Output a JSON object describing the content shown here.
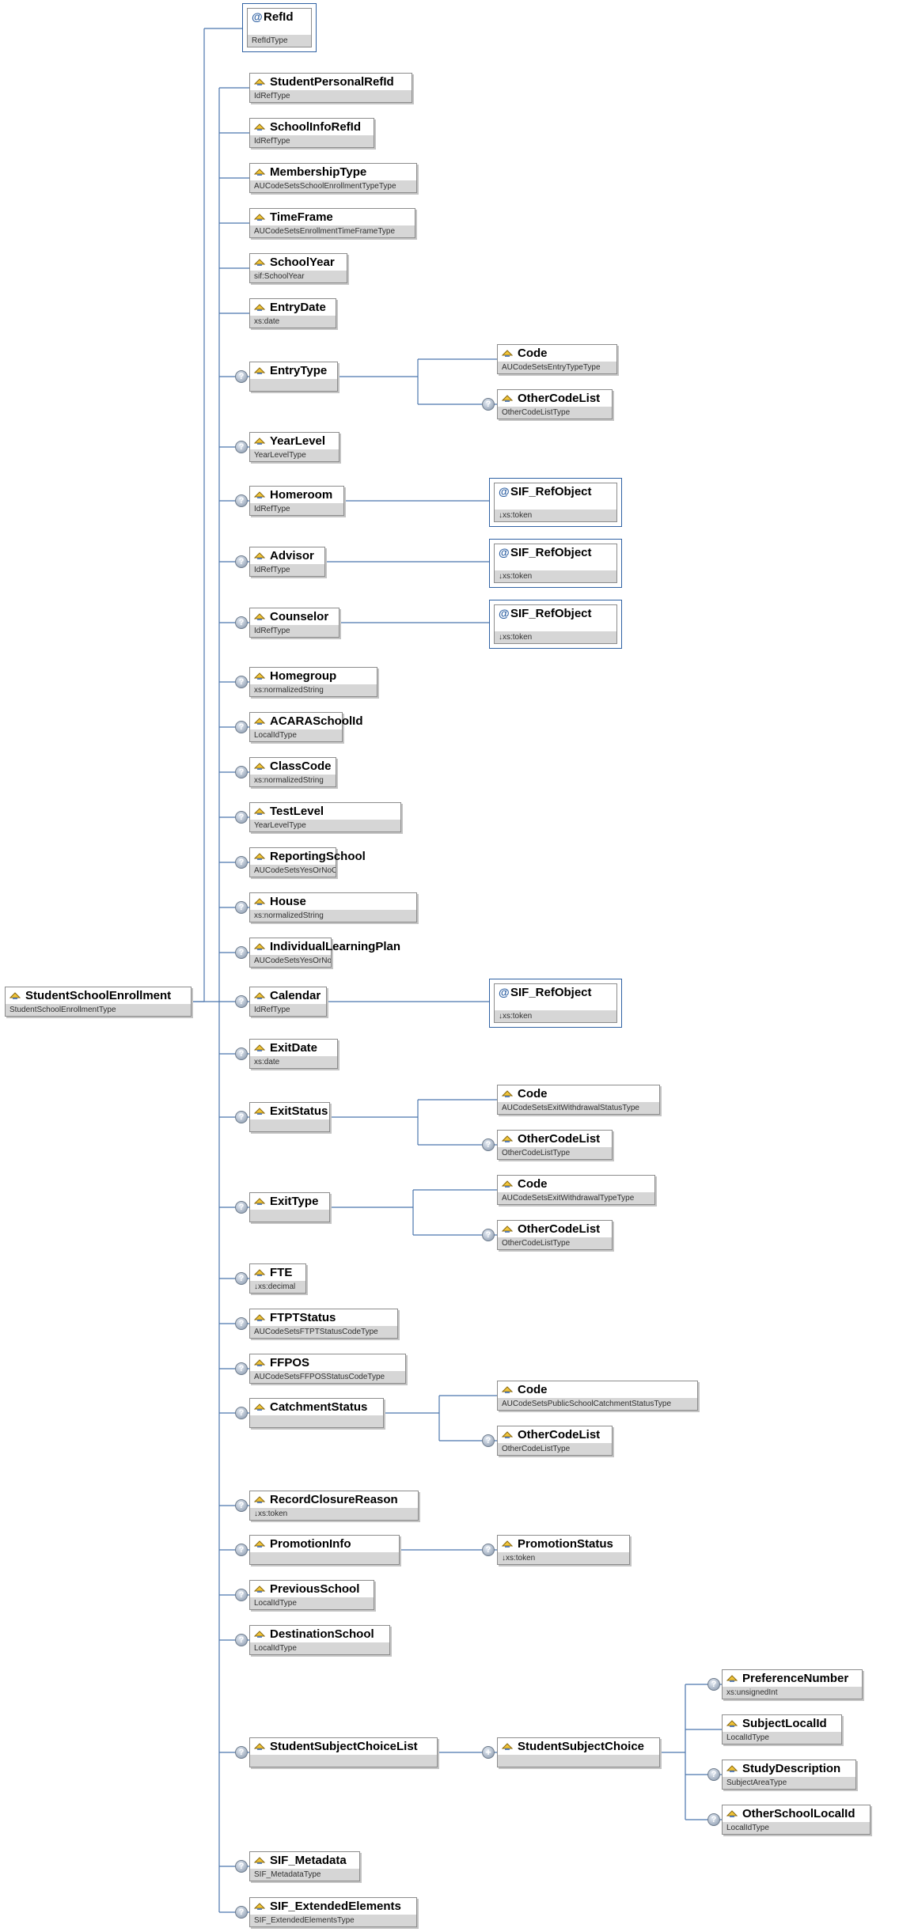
{
  "diagram": {
    "root": {
      "name": "StudentSchoolEnrollment",
      "type": "StudentSchoolEnrollmentType"
    },
    "attribute": {
      "name": "RefId",
      "type": "RefIdType"
    },
    "elements": [
      {
        "name": "StudentPersonalRefId",
        "type": "IdRefType",
        "optional": false
      },
      {
        "name": "SchoolInfoRefId",
        "type": "IdRefType",
        "optional": false
      },
      {
        "name": "MembershipType",
        "type": "AUCodeSetsSchoolEnrollmentTypeType",
        "optional": false
      },
      {
        "name": "TimeFrame",
        "type": "AUCodeSetsEnrollmentTimeFrameType",
        "optional": false
      },
      {
        "name": "SchoolYear",
        "type": "sif:SchoolYear",
        "optional": false
      },
      {
        "name": "EntryDate",
        "type": "xs:date",
        "optional": false
      },
      {
        "name": "EntryType",
        "type": "",
        "optional": true,
        "children": [
          {
            "name": "Code",
            "type": "AUCodeSetsEntryTypeType",
            "optional": false
          },
          {
            "name": "OtherCodeList",
            "type": "OtherCodeListType",
            "optional": true
          }
        ]
      },
      {
        "name": "YearLevel",
        "type": "YearLevelType",
        "optional": true
      },
      {
        "name": "Homeroom",
        "type": "IdRefType",
        "optional": true,
        "attribute": {
          "name": "SIF_RefObject",
          "type": "↓xs:token"
        }
      },
      {
        "name": "Advisor",
        "type": "IdRefType",
        "optional": true,
        "attribute": {
          "name": "SIF_RefObject",
          "type": "↓xs:token"
        }
      },
      {
        "name": "Counselor",
        "type": "IdRefType",
        "optional": true,
        "attribute": {
          "name": "SIF_RefObject",
          "type": "↓xs:token"
        }
      },
      {
        "name": "Homegroup",
        "type": "xs:normalizedString",
        "optional": true
      },
      {
        "name": "ACARASchoolId",
        "type": "LocalIdType",
        "optional": true
      },
      {
        "name": "ClassCode",
        "type": "xs:normalizedString",
        "optional": true
      },
      {
        "name": "TestLevel",
        "type": "YearLevelType",
        "optional": true
      },
      {
        "name": "ReportingSchool",
        "type": "AUCodeSetsYesOrNoCategoryType",
        "optional": true
      },
      {
        "name": "House",
        "type": "xs:normalizedString",
        "optional": true
      },
      {
        "name": "IndividualLearningPlan",
        "type": "AUCodeSetsYesOrNoCategoryType",
        "optional": true
      },
      {
        "name": "Calendar",
        "type": "IdRefType",
        "optional": true,
        "attribute": {
          "name": "SIF_RefObject",
          "type": "↓xs:token"
        }
      },
      {
        "name": "ExitDate",
        "type": "xs:date",
        "optional": true
      },
      {
        "name": "ExitStatus",
        "type": "",
        "optional": true,
        "children": [
          {
            "name": "Code",
            "type": "AUCodeSetsExitWithdrawalStatusType",
            "optional": false
          },
          {
            "name": "OtherCodeList",
            "type": "OtherCodeListType",
            "optional": true
          }
        ]
      },
      {
        "name": "ExitType",
        "type": "",
        "optional": true,
        "children": [
          {
            "name": "Code",
            "type": "AUCodeSetsExitWithdrawalTypeType",
            "optional": false
          },
          {
            "name": "OtherCodeList",
            "type": "OtherCodeListType",
            "optional": true
          }
        ]
      },
      {
        "name": "FTE",
        "type": "↓xs:decimal",
        "optional": true
      },
      {
        "name": "FTPTStatus",
        "type": "AUCodeSetsFTPTStatusCodeType",
        "optional": true
      },
      {
        "name": "FFPOS",
        "type": "AUCodeSetsFFPOSStatusCodeType",
        "optional": true
      },
      {
        "name": "CatchmentStatus",
        "type": "",
        "optional": true,
        "children": [
          {
            "name": "Code",
            "type": "AUCodeSetsPublicSchoolCatchmentStatusType",
            "optional": false
          },
          {
            "name": "OtherCodeList",
            "type": "OtherCodeListType",
            "optional": true
          }
        ]
      },
      {
        "name": "RecordClosureReason",
        "type": "↓xs:token",
        "optional": true
      },
      {
        "name": "PromotionInfo",
        "type": "",
        "optional": true,
        "children": [
          {
            "name": "PromotionStatus",
            "type": "↓xs:token",
            "optional": true
          }
        ]
      },
      {
        "name": "PreviousSchool",
        "type": "LocalIdType",
        "optional": true
      },
      {
        "name": "DestinationSchool",
        "type": "LocalIdType",
        "optional": true
      },
      {
        "name": "StudentSubjectChoiceList",
        "type": "",
        "optional": true,
        "children": [
          {
            "name": "StudentSubjectChoice",
            "type": "",
            "optional": false,
            "repeat": true,
            "children": [
              {
                "name": "PreferenceNumber",
                "type": "xs:unsignedInt",
                "optional": true
              },
              {
                "name": "SubjectLocalId",
                "type": "LocalIdType",
                "optional": false
              },
              {
                "name": "StudyDescription",
                "type": "SubjectAreaType",
                "optional": true
              },
              {
                "name": "OtherSchoolLocalId",
                "type": "LocalIdType",
                "optional": true
              }
            ]
          }
        ]
      },
      {
        "name": "SIF_Metadata",
        "type": "SIF_MetadataType",
        "optional": true
      },
      {
        "name": "SIF_ExtendedElements",
        "type": "SIF_ExtendedElementsType",
        "optional": true
      }
    ]
  }
}
